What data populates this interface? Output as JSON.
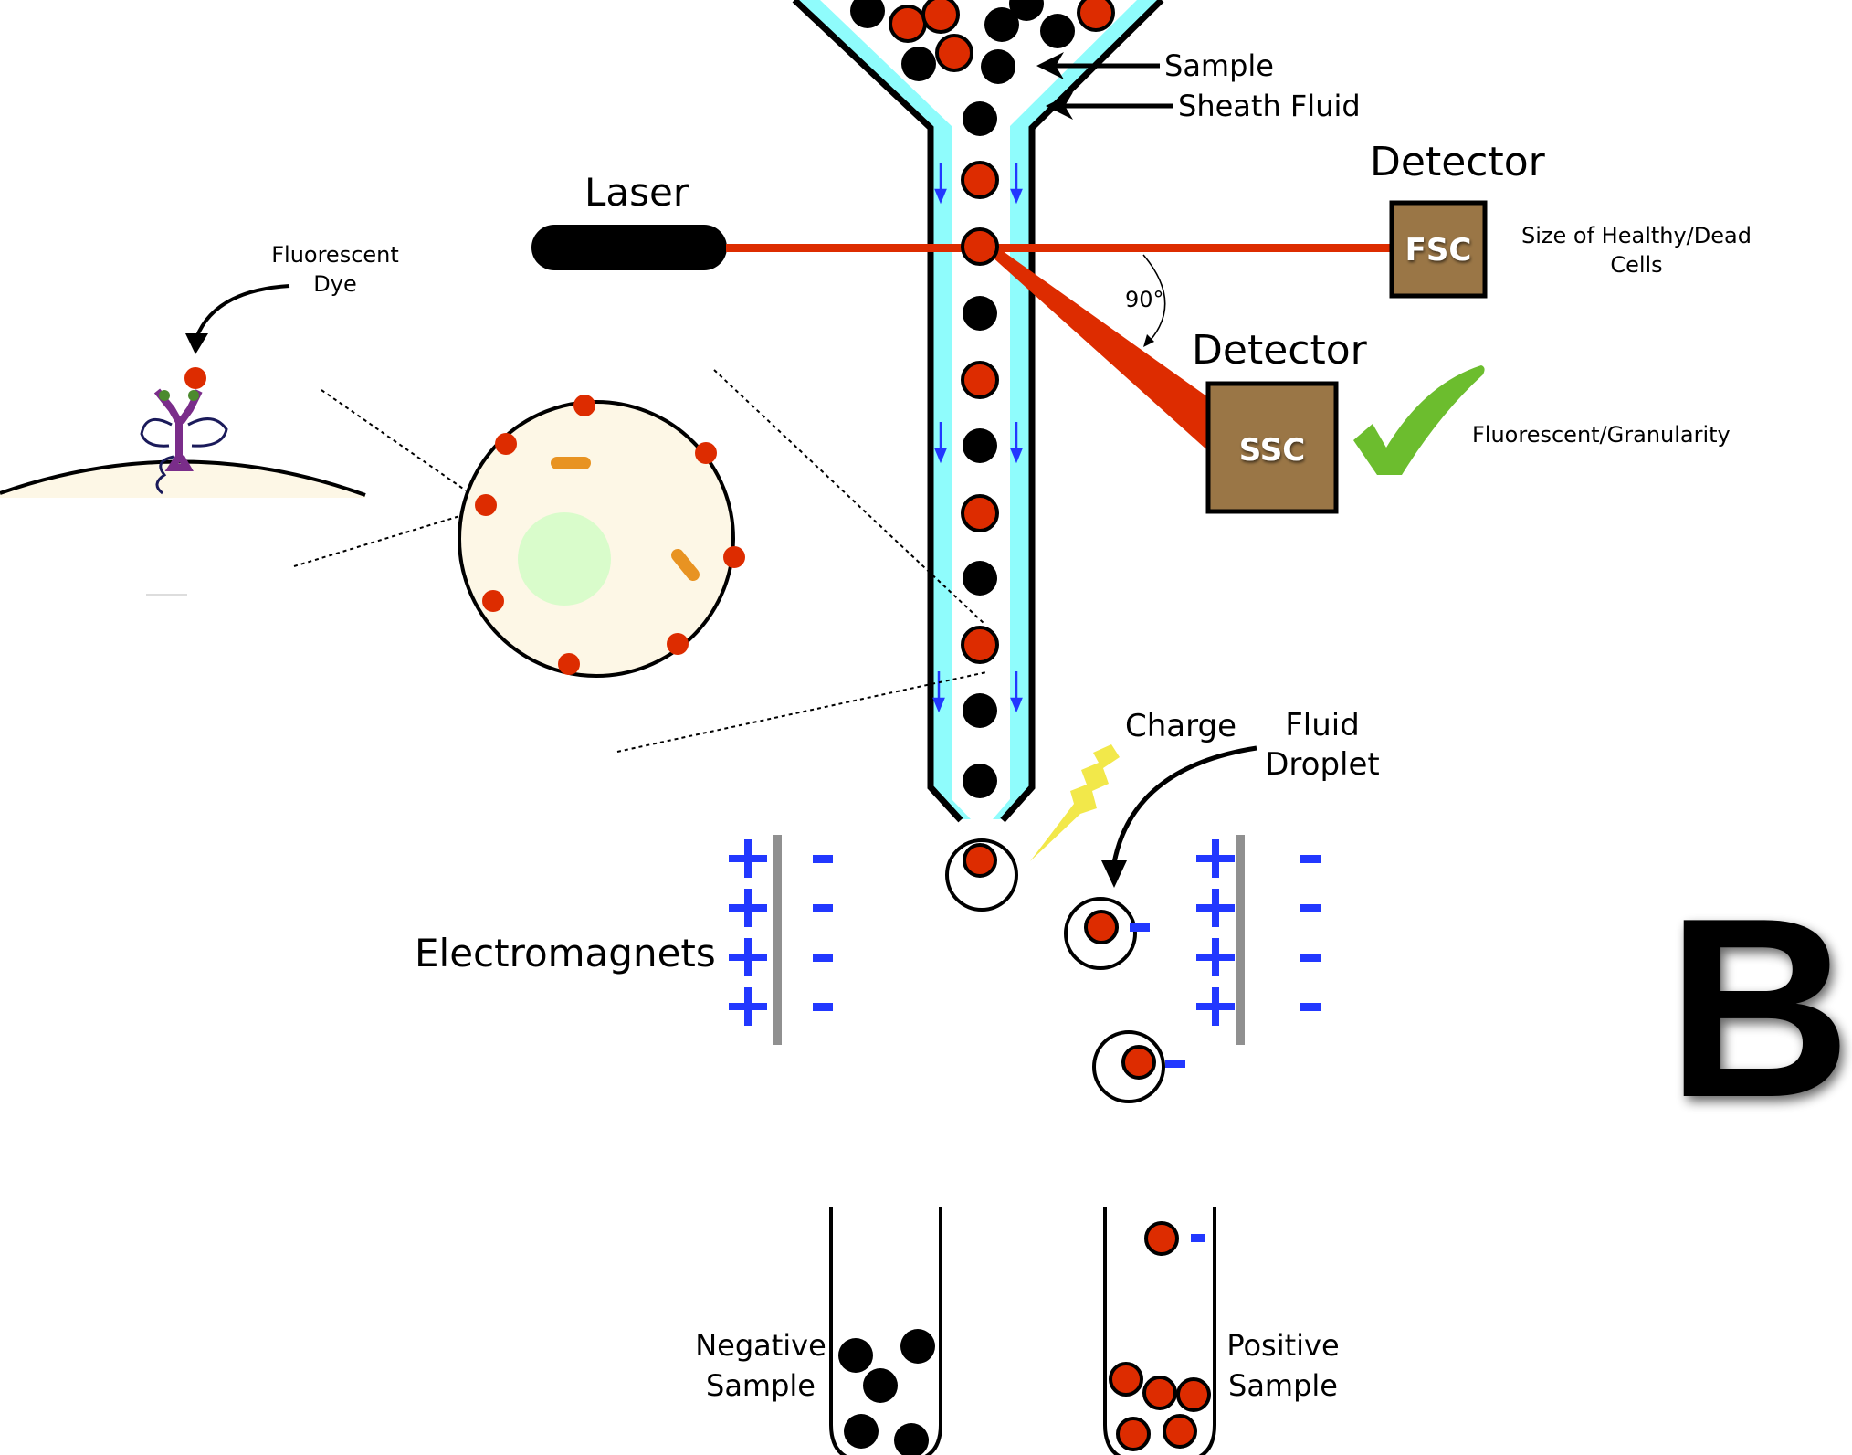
{
  "labels": {
    "sample": "Sample",
    "sheath_fluid": "Sheath Fluid",
    "laser": "Laser",
    "detector_fsc_title": "Detector",
    "detector_ssc_title": "Detector",
    "fsc": "FSC",
    "ssc": "SSC",
    "fsc_desc_line1": "Size of Healthy/Dead",
    "fsc_desc_line2": "Cells",
    "ssc_desc": "Fluorescent/Granularity",
    "angle": "90°",
    "fluorescent_dye_line1": "Fluorescent",
    "fluorescent_dye_line2": "Dye",
    "charge": "Charge",
    "fluid_droplet_line1": "Fluid",
    "fluid_droplet_line2": "Droplet",
    "electromagnets": "Electromagnets",
    "negative_sample_line1": "Negative",
    "negative_sample_line2": "Sample",
    "positive_sample_line1": "Positive",
    "positive_sample_line2": "Sample",
    "panel_letter": "B"
  },
  "colors": {
    "particle_positive": "#dd2c00",
    "particle_negative": "#000000",
    "sheath": "#8ffcfc",
    "laser_beam": "#dd2c00",
    "detector_box": "#9a7646",
    "charge_sign": "#2238ff",
    "magnet_plate": "#909090",
    "cell_fill": "#fdf7e6",
    "nucleus": "#d9fccb",
    "organelle": "#e89322",
    "checkmark": "#6cbd2e",
    "lightning": "#f2e84a"
  },
  "stream_particles": [
    "neg",
    "pos",
    "pos",
    "neg",
    "pos",
    "neg",
    "pos",
    "neg",
    "pos",
    "neg",
    "neg"
  ],
  "funnel_particles": [
    "neg",
    "pos",
    "pos",
    "neg",
    "neg",
    "neg",
    "pos",
    "neg",
    "pos",
    "neg"
  ],
  "electromagnet_signs": {
    "positive": "+",
    "negative": "-",
    "count_per_plate": 4
  },
  "tubes": {
    "negative": {
      "particle_count": 5,
      "type": "neg"
    },
    "positive": {
      "particle_count": 5,
      "type": "pos",
      "falling_charged": 1
    }
  }
}
